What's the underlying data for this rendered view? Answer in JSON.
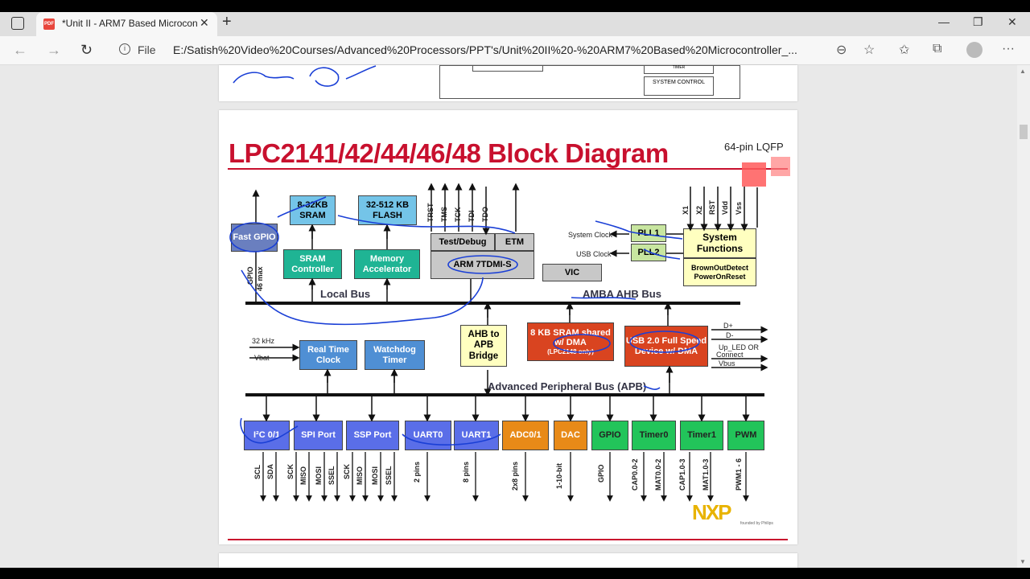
{
  "browser": {
    "tab_title": "*Unit II - ARM7 Based Microcon",
    "tab_close": "✕",
    "pdf_badge": "PDF",
    "new_tab": "+",
    "url_prefix": "File",
    "url": "E:/Satish%20Video%20Courses/Advanced%20Processors/PPT's/Unit%20II%20-%20ARM7%20Based%20Microcontroller_...",
    "minimize": "—",
    "maximize": "❐",
    "close": "✕",
    "back": "←",
    "forward": "→",
    "refresh": "↻",
    "zoom": "⊖",
    "fav_add": "☆",
    "favorites": "✩",
    "collections": "⧉",
    "more": "···"
  },
  "prev_page": {
    "system_control": "SYSTEM CONTROL",
    "timer": "TIMER"
  },
  "slide": {
    "title": "LPC2141/42/44/46/48 Block Diagram",
    "package": "64-pin LQFP",
    "blocks": {
      "fast_gpio": "Fast GPIO",
      "sram": "8-32KB SRAM",
      "flash": "32-512 KB FLASH",
      "sram_ctrl": "SRAM Controller",
      "mem_accel": "Memory Accelerator",
      "test_debug": "Test/Debug",
      "etm": "ETM",
      "arm7": "ARM 7TDMI-S",
      "vic": "VIC",
      "pll1": "PLL1",
      "pll2": "PLL2",
      "sys_func": "System Functions",
      "bod": "BrownOutDetect",
      "por": "PowerOnReset",
      "rtc": "Real Time Clock",
      "wdt": "Watchdog Timer",
      "ahb_apb": "AHB to APB Bridge",
      "sram8": "8 KB SRAM shared w/ DMA",
      "sram8_note": "(LPC2148 only)",
      "usb": "USB 2.0 Full Speed Device w/ DMA",
      "i2c": "I²C 0/1",
      "spi": "SPI Port",
      "ssp": "SSP Port",
      "uart0": "UART0",
      "uart1": "UART1",
      "adc": "ADC0/1",
      "dac": "DAC",
      "gpio": "GPIO",
      "timer0": "Timer0",
      "timer1": "Timer1",
      "pwm": "PWM"
    },
    "buses": {
      "local": "Local Bus",
      "amba": "AMBA AHB Bus",
      "apb": "Advanced Peripheral Bus (APB)"
    },
    "labels": {
      "sys_clock": "System Clock",
      "usb_clock": "USB Clock",
      "khz": "32 kHz",
      "vbat": "Vbat",
      "dplus": "D+",
      "dminus": "D-",
      "upled": "Up_LED OR",
      "connect": "Connect",
      "vbus": "Vbus",
      "gpio_side": "GPIO",
      "max46": "46 max",
      "trst": "TRST",
      "tms": "TMS",
      "tck": "TCK",
      "tdi": "TDI",
      "tdo": "TDO",
      "x1": "X1",
      "x2": "X2",
      "rst": "RST",
      "vdd": "Vdd",
      "vss": "Vss"
    },
    "pins": [
      "SCL",
      "SDA",
      "SCK",
      "MISO",
      "MOSI",
      "SSEL",
      "SCK",
      "MISO",
      "MOSI",
      "SSEL",
      "2 pins",
      "8 pins",
      "2x8 pins",
      "1-10-bit",
      "GPIO",
      "CAP0.0-2",
      "MAT0.0-2",
      "CAP1.0-3",
      "MAT1.0-3",
      "PWM1 - 6"
    ],
    "logo": "NXP",
    "logo_sub": "founded by Philips"
  }
}
